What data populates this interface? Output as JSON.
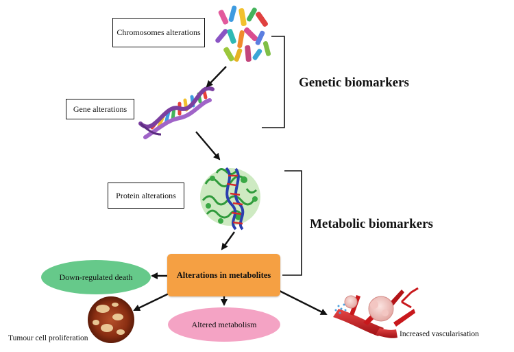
{
  "nodes": {
    "chromosomes": "Chromosomes alterations",
    "gene": "Gene alterations",
    "protein": "Protein alterations",
    "metabolites": "Alterations in metabolites",
    "down_regulated": "Down-regulated death",
    "altered_metabolism": "Altered metabolism",
    "tumour": "Tumour cell proliferation",
    "vascularisation": "Increased vascularisation"
  },
  "groups": {
    "genetic": "Genetic biomarkers",
    "metabolic": "Metabolic biomarkers"
  },
  "colors": {
    "metabolites_box": "#f5a043",
    "down_regulated_ellipse": "#66c98a",
    "altered_metabolism_ellipse": "#f4a3c4",
    "protein_green": "#3aa845",
    "dna_strand": "#7b3fa0",
    "vessel_red": "#c8181c"
  },
  "icons": [
    "chromosomes-icon",
    "dna-helix-icon",
    "protein-structure-icon",
    "tumour-tissue-icon",
    "blood-vessel-icon"
  ]
}
